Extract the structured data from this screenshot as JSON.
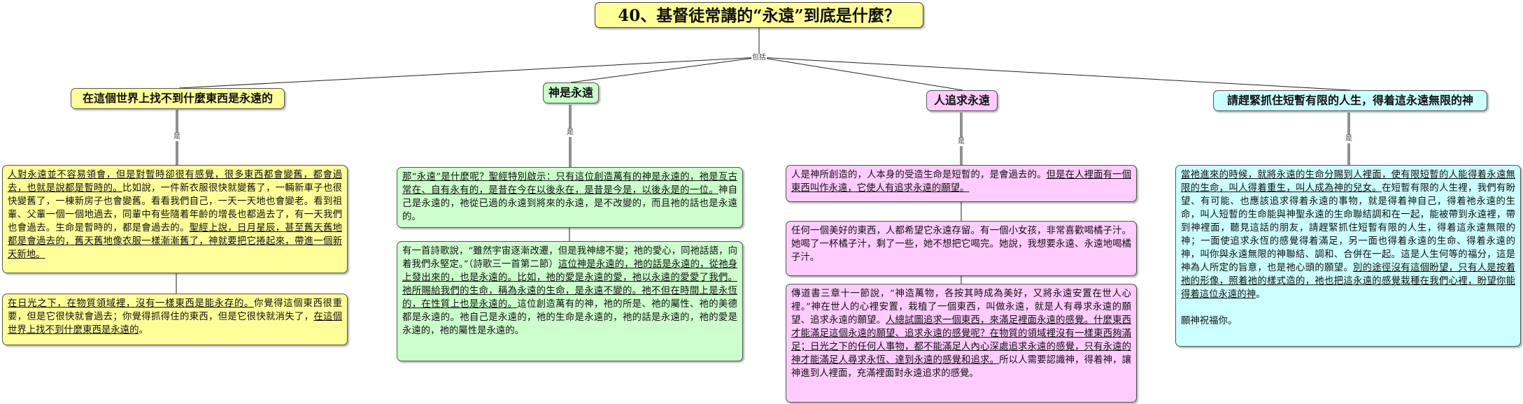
{
  "diagram": {
    "title": "40、基督徒常講的“永遠”到底是什麼？",
    "root_link_label": "包括",
    "topic_link_label": "是",
    "topics": [
      {
        "label": "在這個世界上找不到什麼東西是永遠的",
        "color": "#ffff99",
        "notes": [
          {
            "parts": [
              {
                "t": "人對永遠並不容易領會，但是對暫時卻很有感覺，很多東西都會變舊，都會過去，也就是說都是暫時的。",
                "u": true
              },
              {
                "t": "比如說，一件新衣服很快就變舊了，一輛新車子也很快變舊了，一棟新房子也會變舊。看看我們自己，一天一天地也會變老。看到祖輩、父輩一個一個地過去，同輩中有些隨着年齡的增長也都過去了，有一天我們也會過去。生命是暫時的，都是會過去的。",
                "u": false
              },
              {
                "t": "聖經上說，日月星辰，甚至舊天舊地都是會過去的，舊天舊地像衣服一樣漸漸舊了，神就要把它捲起來，帶進一個新天新地。",
                "u": true
              }
            ]
          },
          {
            "parts": [
              {
                "t": "在日光之下，在物質領域裡，沒有一樣東西是能永存的。",
                "u": true
              },
              {
                "t": "你覺得這個東西很重要，但是它很快就會過去；你覺得抓得住的東西，但是它很快就消失了，",
                "u": false
              },
              {
                "t": "在這個世界上找不到什麼東西是永遠的",
                "u": true
              },
              {
                "t": "。",
                "u": false
              }
            ]
          }
        ]
      },
      {
        "label": "神是永遠",
        "color": "#ccffcc",
        "notes": [
          {
            "parts": [
              {
                "t": "那“永遠”是什麼呢？聖經特別啟示：只有這位創造萬有的神是永遠的，祂是亙古常在、自有永有的，是昔在今在以後永在，是昔是今是，以後永是的一位。",
                "u": true
              },
              {
                "t": "神自己是永遠的，祂從已過的永遠到將來的永遠，是不改變的，而且祂的話也是永遠的。",
                "u": false
              }
            ]
          },
          {
            "parts": [
              {
                "t": "有一首詩歌說，“雖然宇宙逐漸改遷，但是我神總不變；祂的愛心，同祂話語，向着我們永堅定。”（詩歌三一首第二節）",
                "u": false
              },
              {
                "t": "這位神是永遠的，祂的話是永遠的，從祂身上發出來的，也是永遠的。比如，祂的愛是永遠的愛，祂以永遠的愛愛了我們。祂所賜給我們的生命，稱為永遠的生命，是永遠不變的。祂不但在時間上是永恆的，在性質上也是永遠的。",
                "u": true
              },
              {
                "t": "這位創造萬有的神，祂的所是、祂的屬性、祂的美德都是永遠的。祂自己是永遠的，祂的生命是永遠的，祂的話是永遠的，祂的愛是永遠的，祂的屬性是永遠的。",
                "u": false
              }
            ]
          }
        ]
      },
      {
        "label": "人追求永遠",
        "color": "#ffccff",
        "notes": [
          {
            "parts": [
              {
                "t": "人是神所創造的，人本身的受造生命是短暫的，是會過去的。",
                "u": false
              },
              {
                "t": "但是在人裡面有一個東西叫作永遠，它使人有追求永遠的願望。",
                "u": true
              }
            ]
          },
          {
            "parts": [
              {
                "t": "任何一個美好的東西，人都希望它永遠存留。有一個小女孩，非常喜歡喝橘子汁。她喝了一杯橘子汁，剩了一些，她不想把它喝完。她說，我想要永遠、永遠地喝橘子汁。",
                "u": false
              }
            ]
          },
          {
            "parts": [
              {
                "t": "傳道書三章十一節說，“神造萬物，各按其時成為美好，又將永遠安置在世人心裡。”神在世人的心裡安置，栽植了一個東西，叫做永遠，就是人有尋求永遠的願望、追求永遠的願望。",
                "u": false
              },
              {
                "t": "人總試圖追求一個東西，來滿足裡面永遠的感覺。什麼東西才能滿足這個永遠的願望、追求永遠的感覺呢？在物質的領域裡沒有一樣東西夠滿足；日光之下的任何人事物，都不能滿足人內心深處追求永遠的感覺，只有永遠的神才能滿足人尋求永恆、達到永遠的感覺和追求。",
                "u": true
              },
              {
                "t": "所以人需要認識神，得着神，讓神進到人裡面，充滿裡面對永遠追求的感覺。",
                "u": false
              }
            ]
          }
        ]
      },
      {
        "label": "請趕緊抓住短暫有限的人生，得着這永遠無限的神",
        "color": "#ccffff",
        "notes": [
          {
            "parts": [
              {
                "t": "當祂進來的時候，就將永遠的生命分賜到人裡面，使有限短暫的人能得着永遠無限的生命，叫人得着重生，叫人成為神的兒女。",
                "u": true
              },
              {
                "t": "在短暫有限的人生裡，我們有盼望、有可能、也應該追求得着永遠的事物，就是得着神自己，得着祂永遠的生命，叫人短暫的生命能與神聖永遠的生命聯結調和在一起，能被帶到永遠裡，帶到神裡面，聽見這話的朋友，請趕緊抓住短暫有限的人生，得着這永遠無限的神；一面使追求永恆的感覺得着滿足，另一面也得着永遠的生命、得着永遠的神，叫你與永遠無限的神聯結、調和、合併在一起。這是人生何等的福分，這是神為人所定的旨意，也是祂心頭的願望。",
                "u": false
              },
              {
                "t": "別的途徑沒有這個盼望，只有人是按着祂的形像，照着祂的樣式造的，祂也把這永遠的感覺栽種在我們心裡，盼望你能得着這位永遠的神",
                "u": true
              },
              {
                "t": "。",
                "u": false
              },
              {
                "t": "\n\n願神祝福你。",
                "u": false
              }
            ]
          }
        ]
      }
    ]
  }
}
